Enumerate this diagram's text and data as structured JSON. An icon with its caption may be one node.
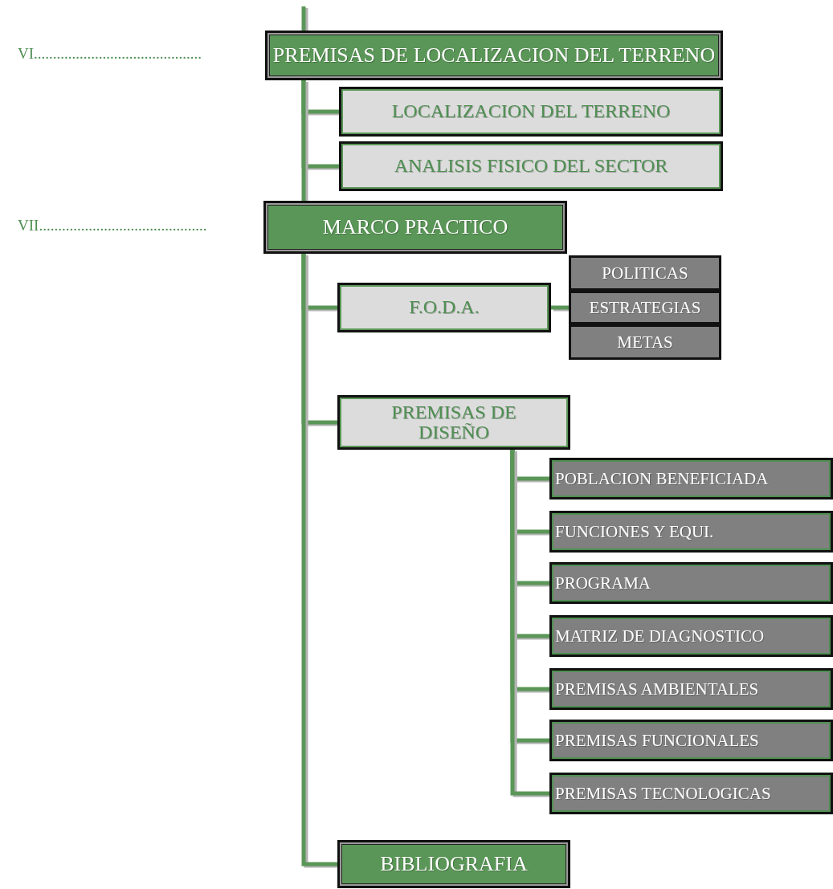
{
  "diagram": {
    "nodes": [
      {
        "text": [
          "PREMISAS DE LOCALIZACION DEL TERRENO"
        ]
      },
      {
        "text": [
          "LOCALIZACION DEL TERRENO"
        ]
      },
      {
        "text": [
          "ANALISIS FISICO DEL SECTOR"
        ]
      },
      {
        "text": [
          "MARCO PRACTICO"
        ]
      },
      {
        "text": [
          "F.O.D.A."
        ]
      },
      {
        "text": [
          "POLITICAS"
        ]
      },
      {
        "text": [
          "ESTRATEGIAS"
        ]
      },
      {
        "text": [
          "METAS"
        ]
      },
      {
        "text": [
          "PREMISAS DE DISEÑO"
        ]
      },
      {
        "text": [
          "POBLACION BENEFICIADA"
        ]
      },
      {
        "text": [
          "FUNCIONES Y EQUI."
        ]
      },
      {
        "text": [
          "PROGRAMA"
        ]
      },
      {
        "text": [
          "MATRIZ DE DIAGNOSTICO"
        ]
      },
      {
        "text": [
          "PREMISAS AMBIENTALES"
        ]
      },
      {
        "text": [
          "PREMISAS FUNCIONALES"
        ]
      },
      {
        "text": [
          "PREMISAS TECNOLOGICAS"
        ]
      },
      {
        "text": [
          "BIBLIOGRAFIA"
        ]
      }
    ],
    "edges": [
      {
        "from": null,
        "to": 0,
        "arrow": "none"
      },
      {
        "from": 0,
        "to": 1,
        "arrow": "none"
      },
      {
        "from": 0,
        "to": 2,
        "arrow": "none"
      },
      {
        "from": 0,
        "to": 3,
        "arrow": "none"
      },
      {
        "from": 3,
        "to": 4,
        "arrow": "none"
      },
      {
        "from": 4,
        "to": 6,
        "arrow": "none"
      },
      {
        "from": 3,
        "to": 8,
        "arrow": "none"
      },
      {
        "from": 8,
        "to": 9,
        "arrow": "none"
      },
      {
        "from": 8,
        "to": 10,
        "arrow": "none"
      },
      {
        "from": 8,
        "to": 11,
        "arrow": "none"
      },
      {
        "from": 8,
        "to": 12,
        "arrow": "none"
      },
      {
        "from": 8,
        "to": 13,
        "arrow": "none"
      },
      {
        "from": 8,
        "to": 14,
        "arrow": "none"
      },
      {
        "from": 8,
        "to": 15,
        "arrow": "none"
      },
      {
        "from": 3,
        "to": 16,
        "arrow": "none"
      }
    ],
    "labels": [
      "VI............................................",
      "VII............................................"
    ]
  }
}
